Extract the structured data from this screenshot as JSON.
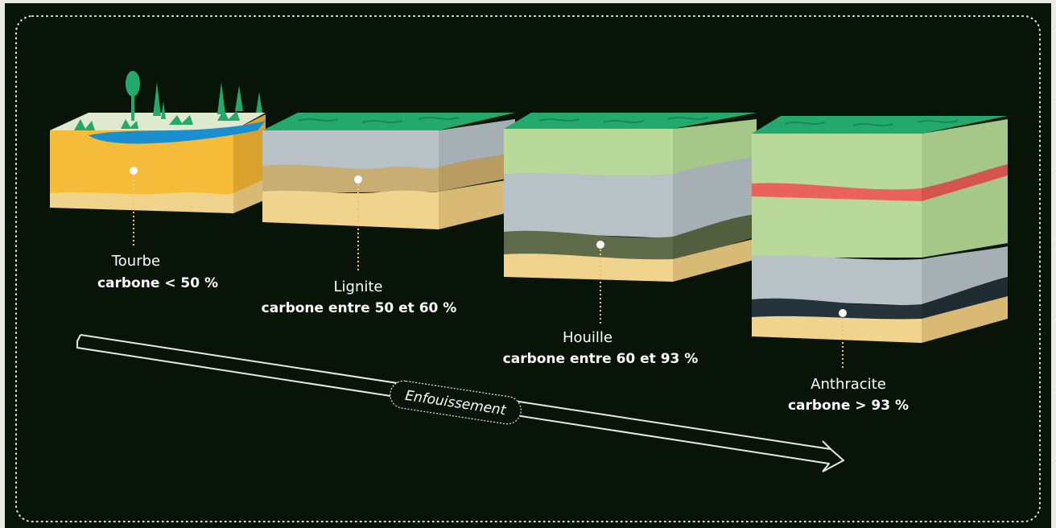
{
  "stages": [
    {
      "name": "Tourbe",
      "carbon": "carbone < 50 %"
    },
    {
      "name": "Lignite",
      "carbon": "carbone entre 50 et 60 %"
    },
    {
      "name": "Houille",
      "carbon": "carbone entre 60 et 93 %"
    },
    {
      "name": "Anthracite",
      "carbon": "carbone > 93 %"
    }
  ],
  "arrow": {
    "label": "Enfouissement"
  },
  "colors": {
    "background": "#071407",
    "grass": "#22a96b",
    "peat_yellow": "#f5bc3a",
    "water": "#1a8fd0",
    "sand": "#f0d38c",
    "grey_layer": "#b8c2c6",
    "light_green_layer": "#b9d99a",
    "olive_layer": "#5f6b48",
    "coal_layer": "#25343a",
    "red_layer": "#e9625d"
  }
}
